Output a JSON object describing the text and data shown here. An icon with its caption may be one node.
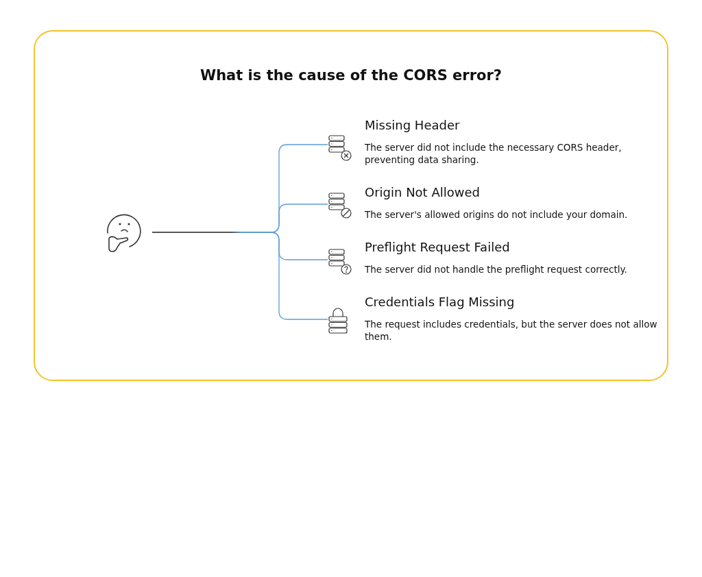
{
  "diagram": {
    "nodes": [
      {
        "text": [
          "What is the cause of the CORS error?"
        ]
      },
      {
        "text": [],
        "shape": "picture",
        "in": 0
      },
      {
        "text": [
          "Missing Header",
          "The server did not include the necessary CORS header, preventing data sharing."
        ],
        "in": 0
      },
      {
        "text": [
          "Origin Not Allowed",
          "The server's allowed origins do not include your domain."
        ],
        "in": 0
      },
      {
        "text": [
          "Preflight Request Failed",
          "The server did not handle the preflight request correctly."
        ],
        "in": 0
      },
      {
        "text": [
          "Credentials Flag Missing",
          "The request includes credentials, but the server does not allow them."
        ],
        "in": 0
      }
    ],
    "edges": [
      {
        "from": 1,
        "to": 2,
        "arrow": "none"
      },
      {
        "from": 1,
        "to": 3,
        "arrow": "none"
      },
      {
        "from": 1,
        "to": 4,
        "arrow": "none"
      },
      {
        "from": 1,
        "to": 5,
        "arrow": "none"
      }
    ]
  }
}
